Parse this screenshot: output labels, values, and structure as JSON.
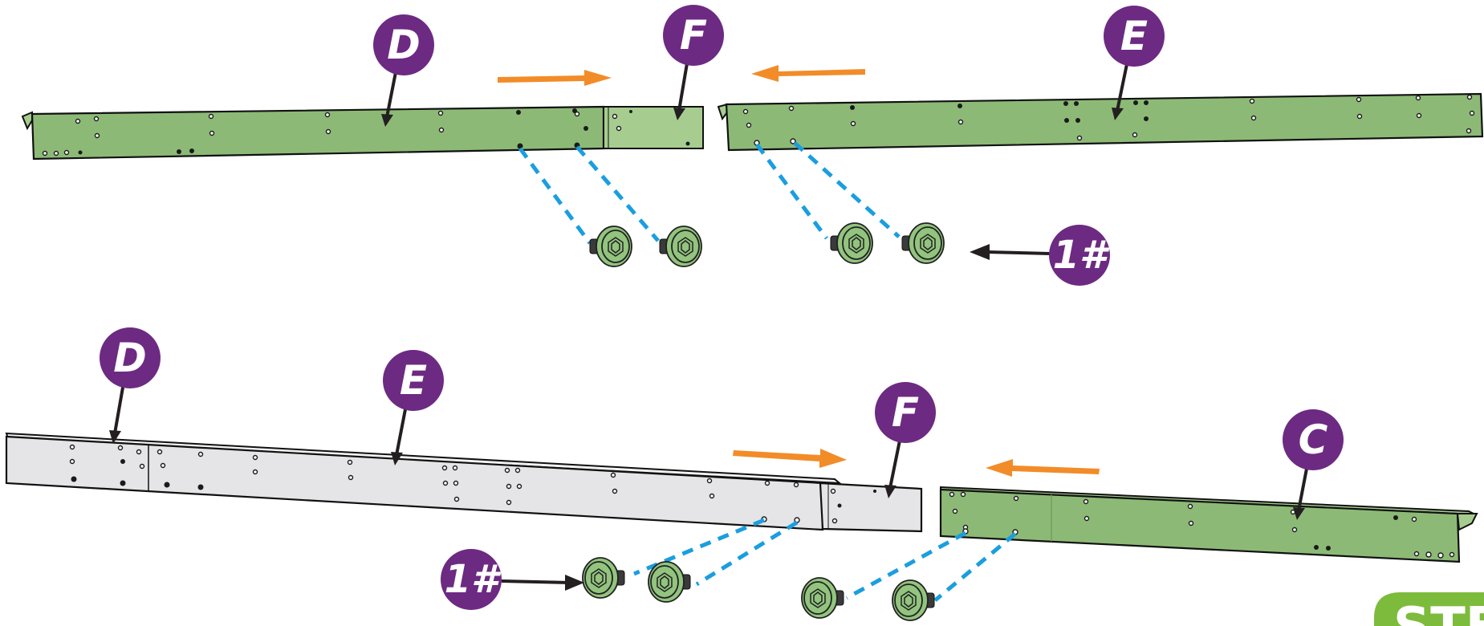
{
  "top_assembly": {
    "part_labels": {
      "left": "D",
      "joiner": "F",
      "right": "E"
    },
    "fastener_label": "1#"
  },
  "bottom_assembly": {
    "part_labels": {
      "left": "D",
      "middle": "E",
      "joiner": "F",
      "right": "C"
    },
    "fastener_label": "1#"
  },
  "step_tab": {
    "text": "STE"
  },
  "colors": {
    "badge": "#6d2a82",
    "rail_green": "#8cba76",
    "rail_grey": "#e5e4e6",
    "motion_arrow": "#f28c28",
    "dashed_guide": "#1a9ee0",
    "step_tab": "#7dbb3c"
  }
}
